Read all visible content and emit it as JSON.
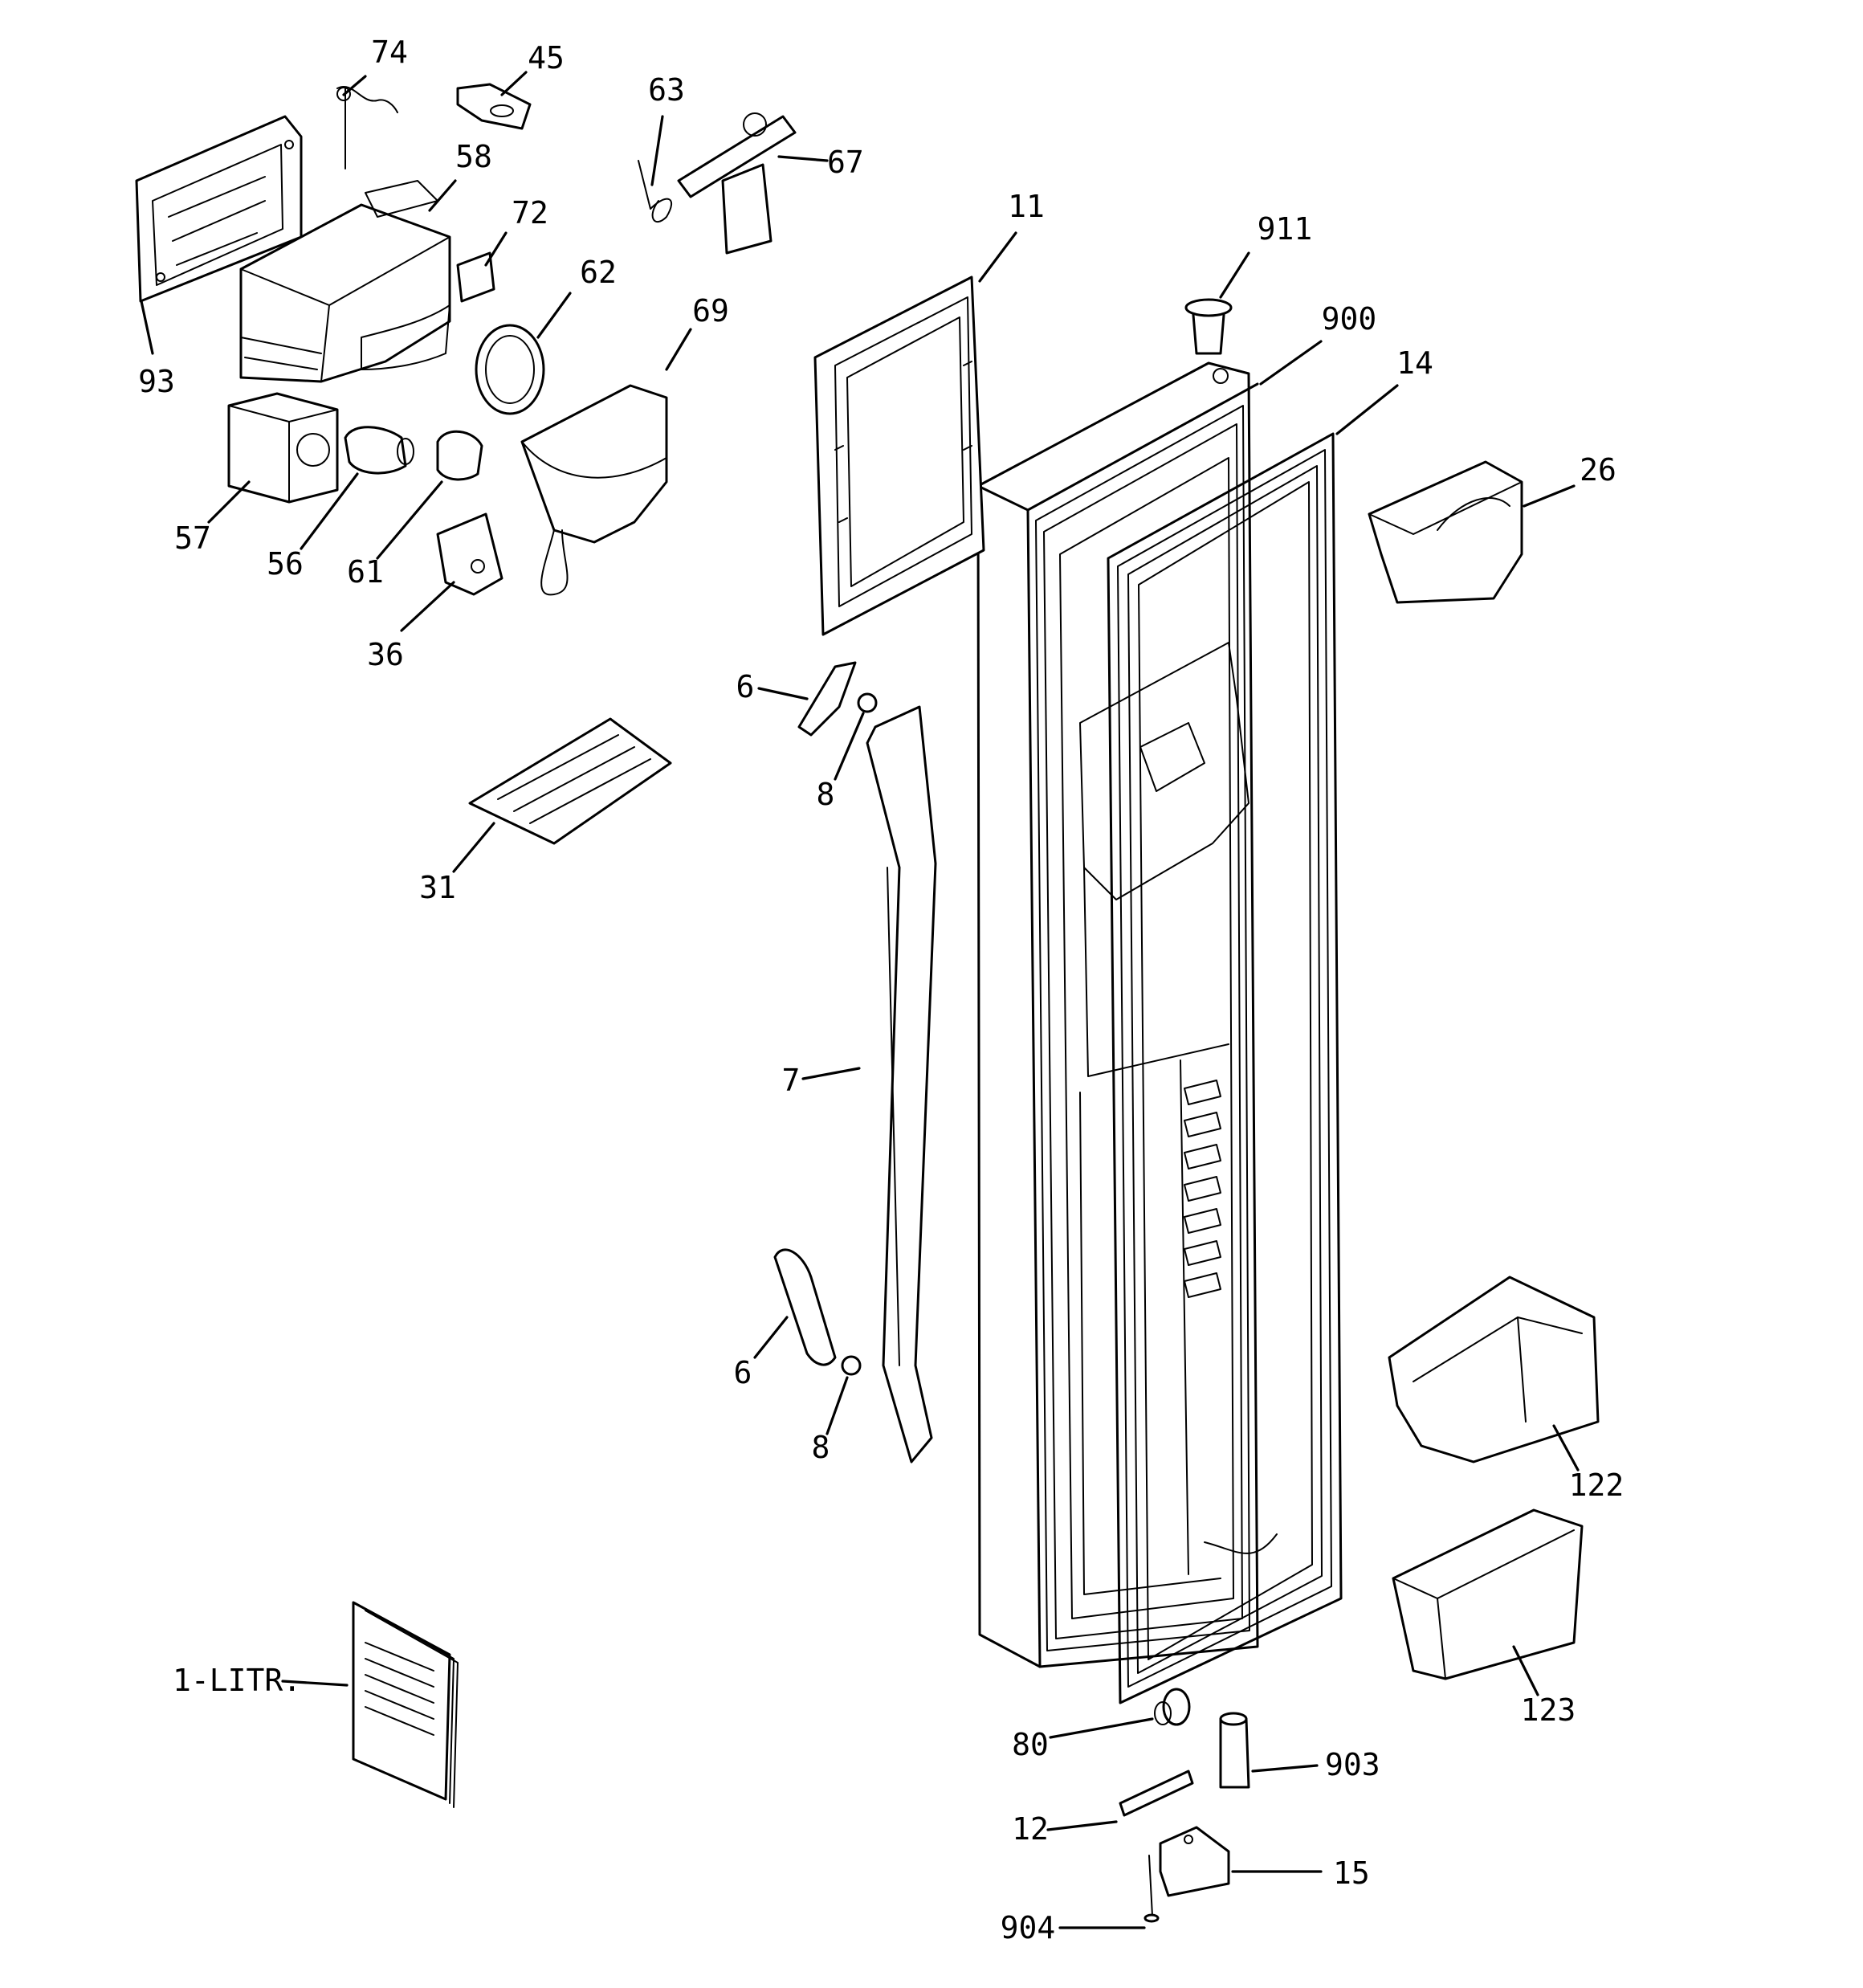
{
  "diagram": {
    "callouts": [
      {
        "id": "74",
        "text": "74"
      },
      {
        "id": "45",
        "text": "45"
      },
      {
        "id": "63",
        "text": "63"
      },
      {
        "id": "67",
        "text": "67"
      },
      {
        "id": "58",
        "text": "58"
      },
      {
        "id": "72",
        "text": "72"
      },
      {
        "id": "62",
        "text": "62"
      },
      {
        "id": "69",
        "text": "69"
      },
      {
        "id": "93",
        "text": "93"
      },
      {
        "id": "57",
        "text": "57"
      },
      {
        "id": "56",
        "text": "56"
      },
      {
        "id": "61",
        "text": "61"
      },
      {
        "id": "36",
        "text": "36"
      },
      {
        "id": "11",
        "text": "11"
      },
      {
        "id": "911",
        "text": "911"
      },
      {
        "id": "900",
        "text": "900"
      },
      {
        "id": "14",
        "text": "14"
      },
      {
        "id": "26",
        "text": "26"
      },
      {
        "id": "6a",
        "text": "6"
      },
      {
        "id": "8a",
        "text": "8"
      },
      {
        "id": "31",
        "text": "31"
      },
      {
        "id": "7",
        "text": "7"
      },
      {
        "id": "6b",
        "text": "6"
      },
      {
        "id": "8b",
        "text": "8"
      },
      {
        "id": "122",
        "text": "122"
      },
      {
        "id": "123",
        "text": "123"
      },
      {
        "id": "1-LITR",
        "text": "1-LITR."
      },
      {
        "id": "80",
        "text": "80"
      },
      {
        "id": "903",
        "text": "903"
      },
      {
        "id": "12",
        "text": "12"
      },
      {
        "id": "15",
        "text": "15"
      },
      {
        "id": "904",
        "text": "904"
      }
    ]
  }
}
